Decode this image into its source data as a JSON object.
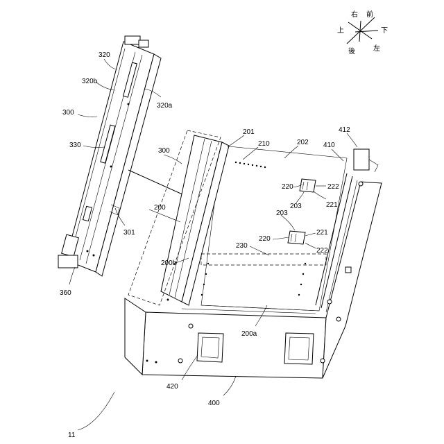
{
  "figure_number": "11",
  "direction_legend": {
    "up": "上",
    "right": "右",
    "front": "前",
    "down": "下",
    "left": "左",
    "back": "後"
  },
  "reference_labels": {
    "r320": "320",
    "r320b": "320b",
    "r320a": "320a",
    "r300_left": "300",
    "r330": "330",
    "r301": "301",
    "r360": "360",
    "r300_mid": "300",
    "r201": "201",
    "r210": "210",
    "r202": "202",
    "r410": "410",
    "r412": "412",
    "r220_top": "220",
    "r222_top": "222",
    "r203_top": "203",
    "r221_top": "221",
    "r200": "200",
    "r200b": "200b",
    "r203_bottom": "203",
    "r220_bottom": "220",
    "r221_bottom": "221",
    "r222_bottom": "222",
    "r230": "230",
    "r200a": "200a",
    "r420": "420",
    "r400": "400"
  }
}
